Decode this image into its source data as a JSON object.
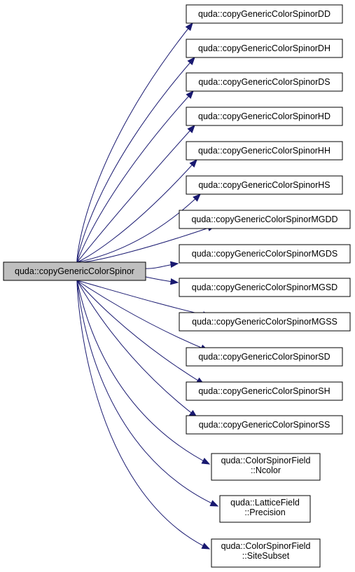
{
  "graph": {
    "source": {
      "id": "root",
      "label": "quda::copyGenericColorSpinor",
      "fill": "#bfbfbf"
    },
    "targets": [
      {
        "id": "dd",
        "lines": [
          "quda::copyGenericColorSpinorDD"
        ]
      },
      {
        "id": "dh",
        "lines": [
          "quda::copyGenericColorSpinorDH"
        ]
      },
      {
        "id": "ds",
        "lines": [
          "quda::copyGenericColorSpinorDS"
        ]
      },
      {
        "id": "hd",
        "lines": [
          "quda::copyGenericColorSpinorHD"
        ]
      },
      {
        "id": "hh",
        "lines": [
          "quda::copyGenericColorSpinorHH"
        ]
      },
      {
        "id": "hs",
        "lines": [
          "quda::copyGenericColorSpinorHS"
        ]
      },
      {
        "id": "mgdd",
        "lines": [
          "quda::copyGenericColorSpinorMGDD"
        ]
      },
      {
        "id": "mgds",
        "lines": [
          "quda::copyGenericColorSpinorMGDS"
        ]
      },
      {
        "id": "mgsd",
        "lines": [
          "quda::copyGenericColorSpinorMGSD"
        ]
      },
      {
        "id": "mgss",
        "lines": [
          "quda::copyGenericColorSpinorMGSS"
        ]
      },
      {
        "id": "sd",
        "lines": [
          "quda::copyGenericColorSpinorSD"
        ]
      },
      {
        "id": "sh",
        "lines": [
          "quda::copyGenericColorSpinorSH"
        ]
      },
      {
        "id": "ss",
        "lines": [
          "quda::copyGenericColorSpinorSS"
        ]
      },
      {
        "id": "ncolor",
        "lines": [
          "quda::ColorSpinorField",
          "::Ncolor"
        ]
      },
      {
        "id": "precision",
        "lines": [
          "quda::LatticeField",
          "::Precision"
        ]
      },
      {
        "id": "sitesubset",
        "lines": [
          "quda::ColorSpinorField",
          "::SiteSubset"
        ]
      }
    ],
    "colors": {
      "edge": "#191970",
      "node_fill": "#ffffff",
      "node_border": "#000000"
    }
  }
}
